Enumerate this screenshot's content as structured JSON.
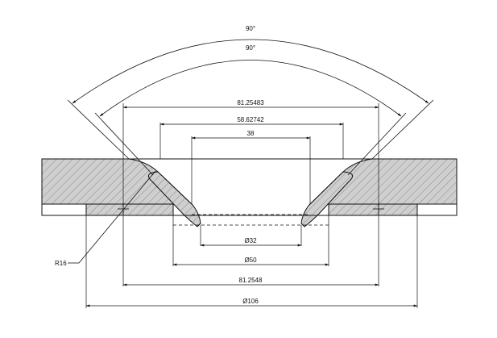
{
  "labels": {
    "angle_outer": "90°",
    "angle_inner": "90°",
    "dim_81_25483": "81.25483",
    "dim_58_62742": "58.62742",
    "dim_38": "38",
    "dim_d32": "Ø32",
    "dim_d50": "Ø50",
    "dim_81_2548": "81.2548",
    "dim_d106": "Ø106",
    "radius": "R16"
  },
  "colors": {
    "line": "#111111",
    "hatch_fill": "#cfcfcf",
    "hatch_line": "#7a7a7a",
    "background": "#ffffff"
  }
}
